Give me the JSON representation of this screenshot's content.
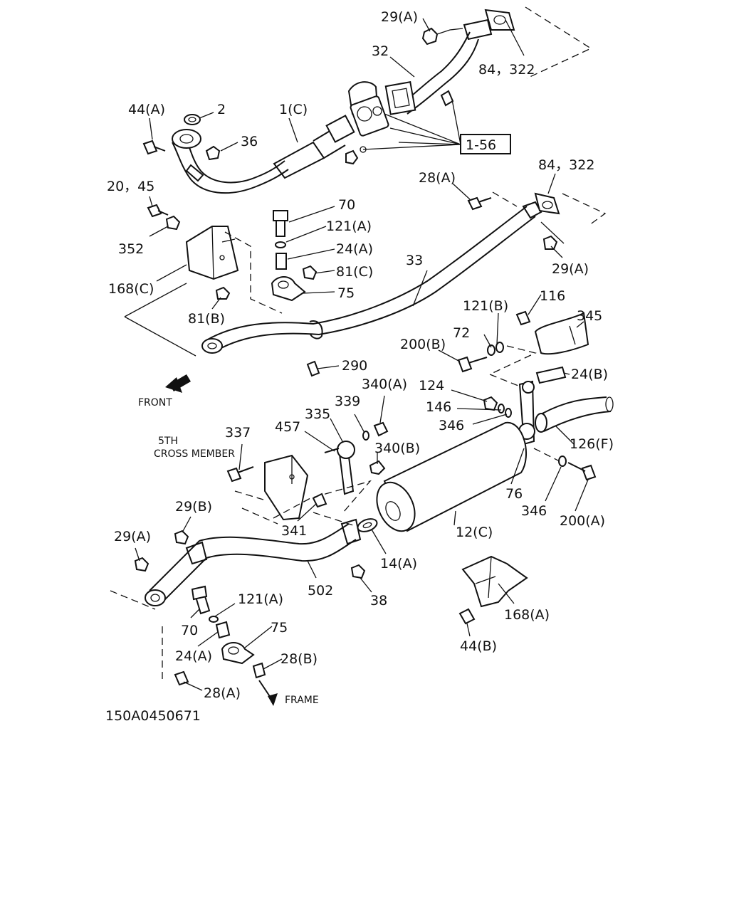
{
  "diagram": {
    "drawing_number": "150A0450671",
    "callout_box": "1-56",
    "notes": {
      "front": "FRONT",
      "frame": "FRAME",
      "cross_member_line1": "5TH",
      "cross_member_line2": "CROSS MEMBER"
    },
    "labels": [
      {
        "id": "l01",
        "text": "29(A)"
      },
      {
        "id": "l02",
        "text": "32"
      },
      {
        "id": "l03",
        "text": "84，322"
      },
      {
        "id": "l04",
        "text": "44(A)"
      },
      {
        "id": "l05",
        "text": "2"
      },
      {
        "id": "l06",
        "text": "1(C)"
      },
      {
        "id": "l07",
        "text": "36"
      },
      {
        "id": "l08",
        "text": "84，322"
      },
      {
        "id": "l09",
        "text": "28(A)"
      },
      {
        "id": "l10",
        "text": "20，45"
      },
      {
        "id": "l11",
        "text": "70"
      },
      {
        "id": "l12",
        "text": "121(A)"
      },
      {
        "id": "l13",
        "text": "352"
      },
      {
        "id": "l14",
        "text": "24(A)"
      },
      {
        "id": "l15",
        "text": "33"
      },
      {
        "id": "l16",
        "text": "81(C)"
      },
      {
        "id": "l17",
        "text": "29(A)"
      },
      {
        "id": "l18",
        "text": "168(C)"
      },
      {
        "id": "l19",
        "text": "75"
      },
      {
        "id": "l20",
        "text": "121(B)"
      },
      {
        "id": "l21",
        "text": "116"
      },
      {
        "id": "l22",
        "text": "81(B)"
      },
      {
        "id": "l23",
        "text": "345"
      },
      {
        "id": "l24",
        "text": "72"
      },
      {
        "id": "l25",
        "text": "200(B)"
      },
      {
        "id": "l26",
        "text": "290"
      },
      {
        "id": "l27",
        "text": "24(B)"
      },
      {
        "id": "l28",
        "text": "340(A)"
      },
      {
        "id": "l29",
        "text": "124"
      },
      {
        "id": "l30",
        "text": "339"
      },
      {
        "id": "l31",
        "text": "335"
      },
      {
        "id": "l32",
        "text": "146"
      },
      {
        "id": "l33",
        "text": "457"
      },
      {
        "id": "l34",
        "text": "346"
      },
      {
        "id": "l35",
        "text": "337"
      },
      {
        "id": "l36",
        "text": "340(B)"
      },
      {
        "id": "l37",
        "text": "126(F)"
      },
      {
        "id": "l38",
        "text": "76"
      },
      {
        "id": "l39",
        "text": "29(B)"
      },
      {
        "id": "l40",
        "text": "341"
      },
      {
        "id": "l41",
        "text": "12(C)"
      },
      {
        "id": "l42",
        "text": "346"
      },
      {
        "id": "l43",
        "text": "200(A)"
      },
      {
        "id": "l44",
        "text": "29(A)"
      },
      {
        "id": "l45",
        "text": "14(A)"
      },
      {
        "id": "l46",
        "text": "502"
      },
      {
        "id": "l47",
        "text": "38"
      },
      {
        "id": "l48",
        "text": "121(A)"
      },
      {
        "id": "l49",
        "text": "70"
      },
      {
        "id": "l50",
        "text": "168(A)"
      },
      {
        "id": "l51",
        "text": "75"
      },
      {
        "id": "l52",
        "text": "24(A)"
      },
      {
        "id": "l53",
        "text": "28(B)"
      },
      {
        "id": "l54",
        "text": "44(B)"
      },
      {
        "id": "l55",
        "text": "28(A)"
      }
    ]
  }
}
